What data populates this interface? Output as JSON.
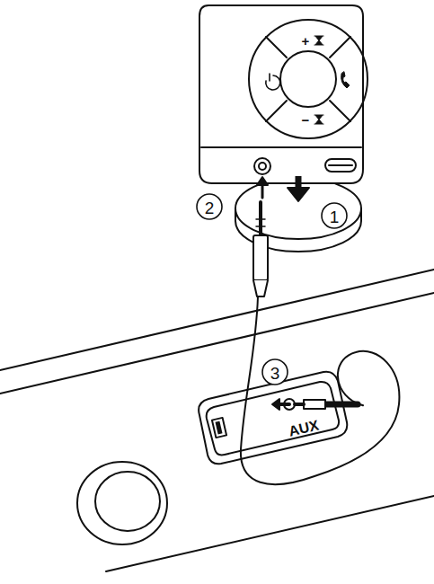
{
  "diagram": {
    "labels": [
      "+",
      "−",
      "2",
      "1",
      "3",
      "AUX"
    ]
  }
}
